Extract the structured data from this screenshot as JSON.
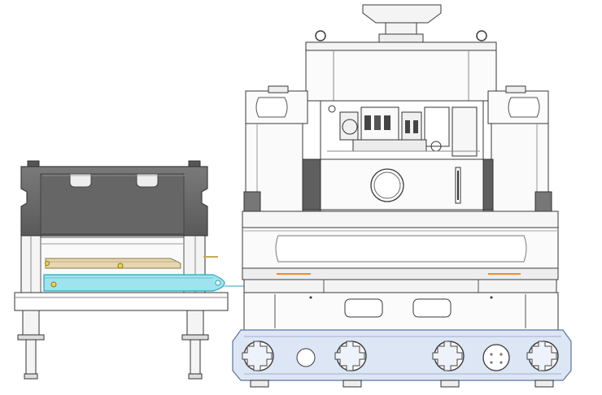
{
  "drawing": {
    "subject": "",
    "colors": {
      "background": "#ffffff",
      "line": "#3a3a3a",
      "thin_line": "#8a8a8a",
      "panel_fill": "#f6f6f6",
      "dark_frame": "#6b6b6b",
      "dark_frame_edge": "#3d3d3d",
      "cyan_arm": "#9fe3ee",
      "cyan_edge": "#2aa6bd",
      "tan_arm": "#e6d7b0",
      "track_blue": "#dde6f4",
      "track_edge": "#5b74a6",
      "yellow_marker": "#f0d33c",
      "orange_accent": "#f08a2a"
    },
    "parts": [
      "left-test-frame",
      "loading-arm",
      "main-machine-body",
      "hydraulic-unit",
      "track-undercarriage"
    ]
  }
}
